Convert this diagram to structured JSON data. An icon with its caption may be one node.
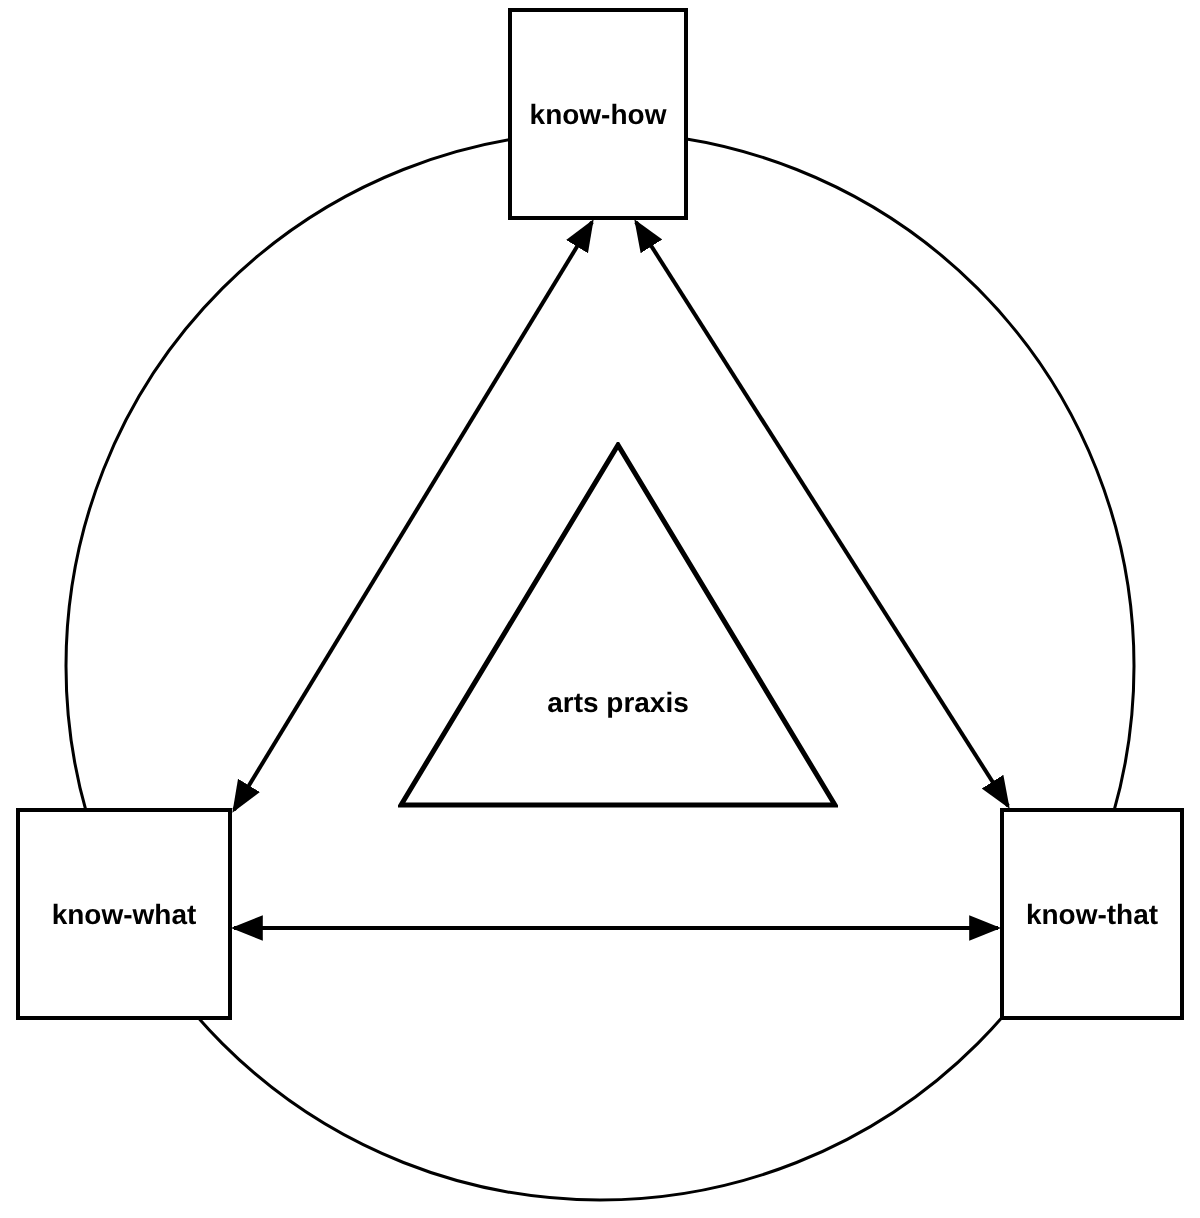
{
  "diagram": {
    "nodes": [
      {
        "text": [
          "know-how"
        ]
      },
      {
        "text": [
          "arts praxis"
        ]
      },
      {
        "text": [
          "know-what"
        ]
      },
      {
        "text": [
          "know-that"
        ]
      }
    ],
    "edges": [
      {
        "from": 0,
        "to": 2,
        "arrow": "both"
      },
      {
        "from": 0,
        "to": 3,
        "arrow": "both"
      },
      {
        "from": 2,
        "to": 3,
        "arrow": "both"
      }
    ]
  }
}
